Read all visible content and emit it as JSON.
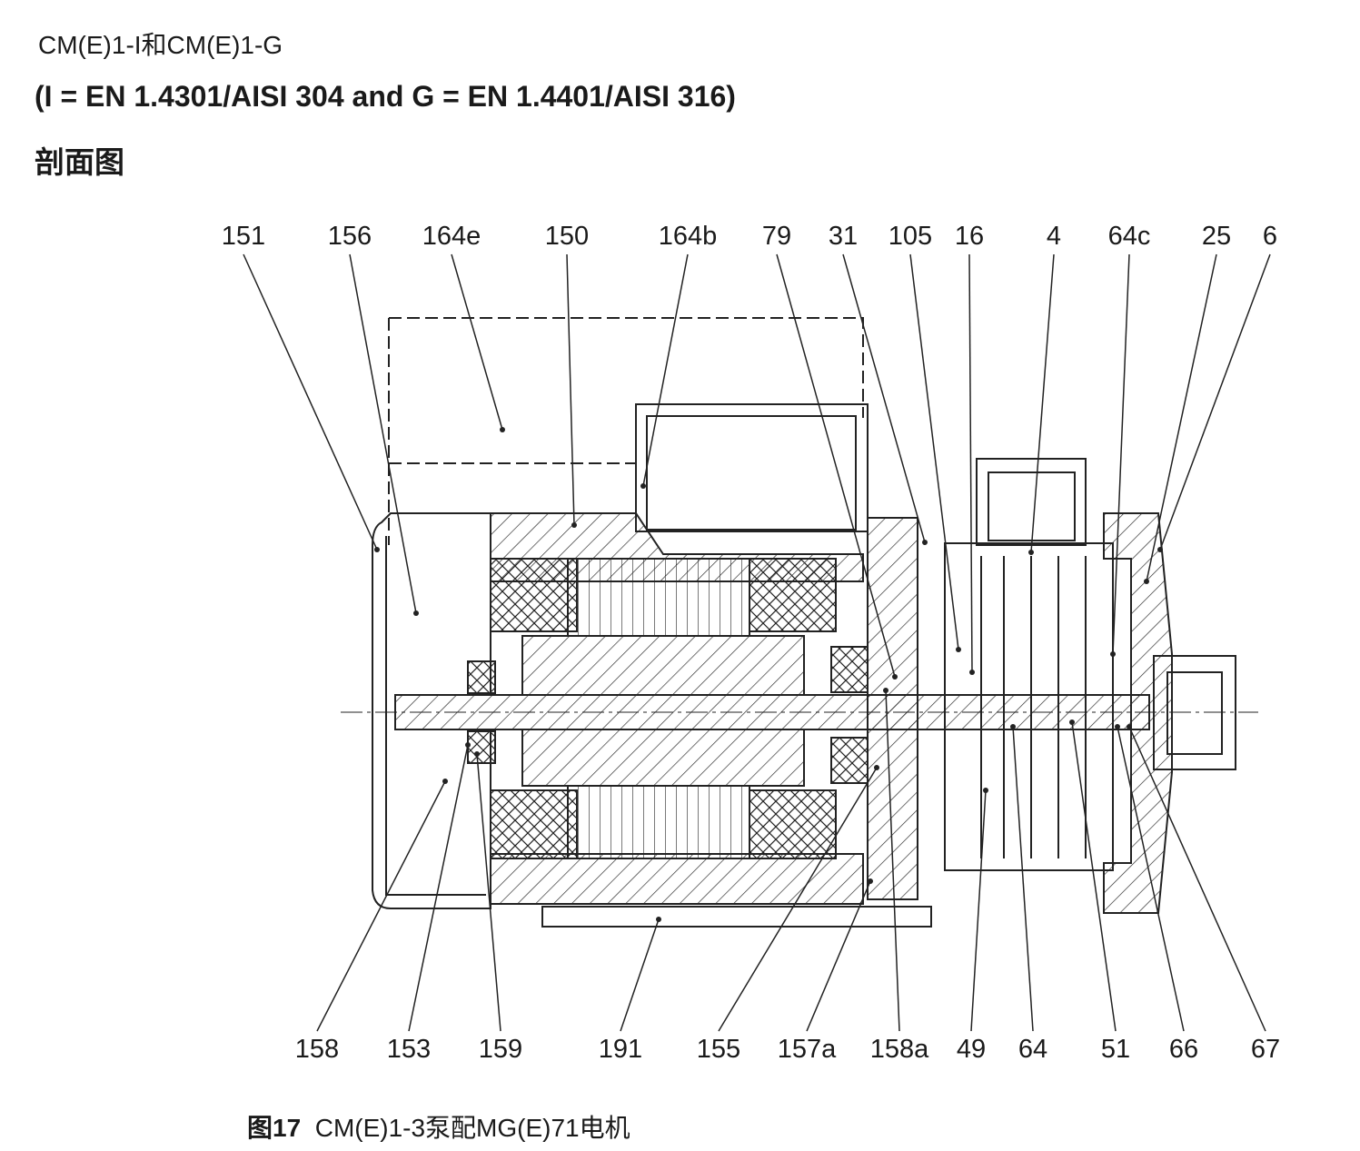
{
  "header": {
    "model_line": "CM(E)1-I和CM(E)1-G",
    "material_line": "(I = EN 1.4301/AISI 304 and G = EN 1.4401/AISI 316)",
    "section_title": "剖面图"
  },
  "figure": {
    "caption_number": "图17",
    "caption_text": "CM(E)1-3泵配MG(E)71电机",
    "top_callouts": [
      "151",
      "156",
      "164e",
      "150",
      "164b",
      "79",
      "31",
      "105",
      "16",
      "4",
      "64c",
      "25",
      "6"
    ],
    "bottom_callouts": [
      "158",
      "153",
      "159",
      "191",
      "155",
      "157a",
      "158a",
      "49",
      "64",
      "51",
      "66",
      "67"
    ]
  }
}
